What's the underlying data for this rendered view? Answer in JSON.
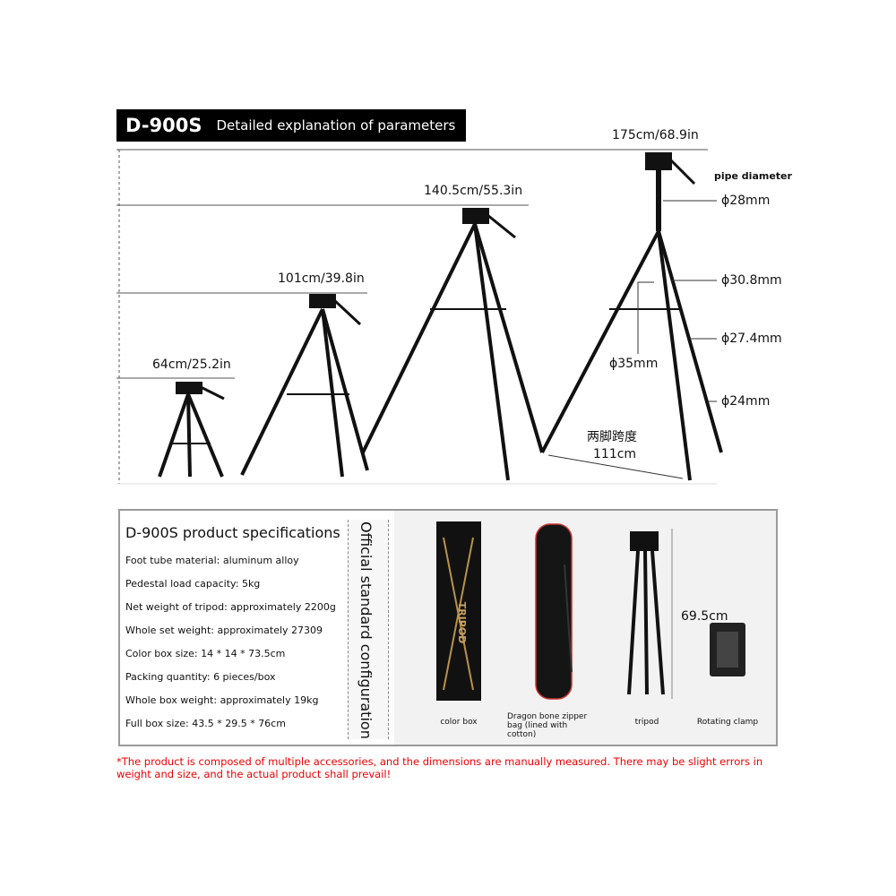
{
  "header": {
    "model": "D-900S",
    "subtitle": "Detailed explanation of parameters"
  },
  "heights": [
    "175cm/68.9in",
    "140.5cm/55.3in",
    "101cm/39.8in",
    "64cm/25.2in"
  ],
  "pipe": {
    "title": "pipe diameter",
    "d28": "ϕ28mm",
    "d308": "ϕ30.8mm",
    "d274": "ϕ27.4mm",
    "d24": "ϕ24mm",
    "d35": "ϕ35mm"
  },
  "span": {
    "label": "两脚跨度",
    "value": "111cm"
  },
  "specs": {
    "title": "D-900S product specifications",
    "rows": [
      "Foot tube material: aluminum alloy",
      "Pedestal load capacity: 5kg",
      "Net weight of tripod: approximately 2200g",
      "Whole set weight: approximately 27309",
      "Color box size: 14 * 14 * 73.5cm",
      "Packing quantity: 6 pieces/box",
      "Whole box weight: approximately 19kg",
      "Full box size: 43.5 * 29.5 * 76cm"
    ]
  },
  "config": {
    "title": "Official standard configuration",
    "box_text": "TRIPOD",
    "items": [
      "color box",
      "Dragon bone zipper bag (lined with cotton)",
      "tripod",
      "Rotating clamp"
    ],
    "folded_height": "69.5cm"
  },
  "note": "*The product is composed of multiple accessories, and the dimensions are manually measured. There may be slight errors in weight and size, and the actual product shall prevail!"
}
